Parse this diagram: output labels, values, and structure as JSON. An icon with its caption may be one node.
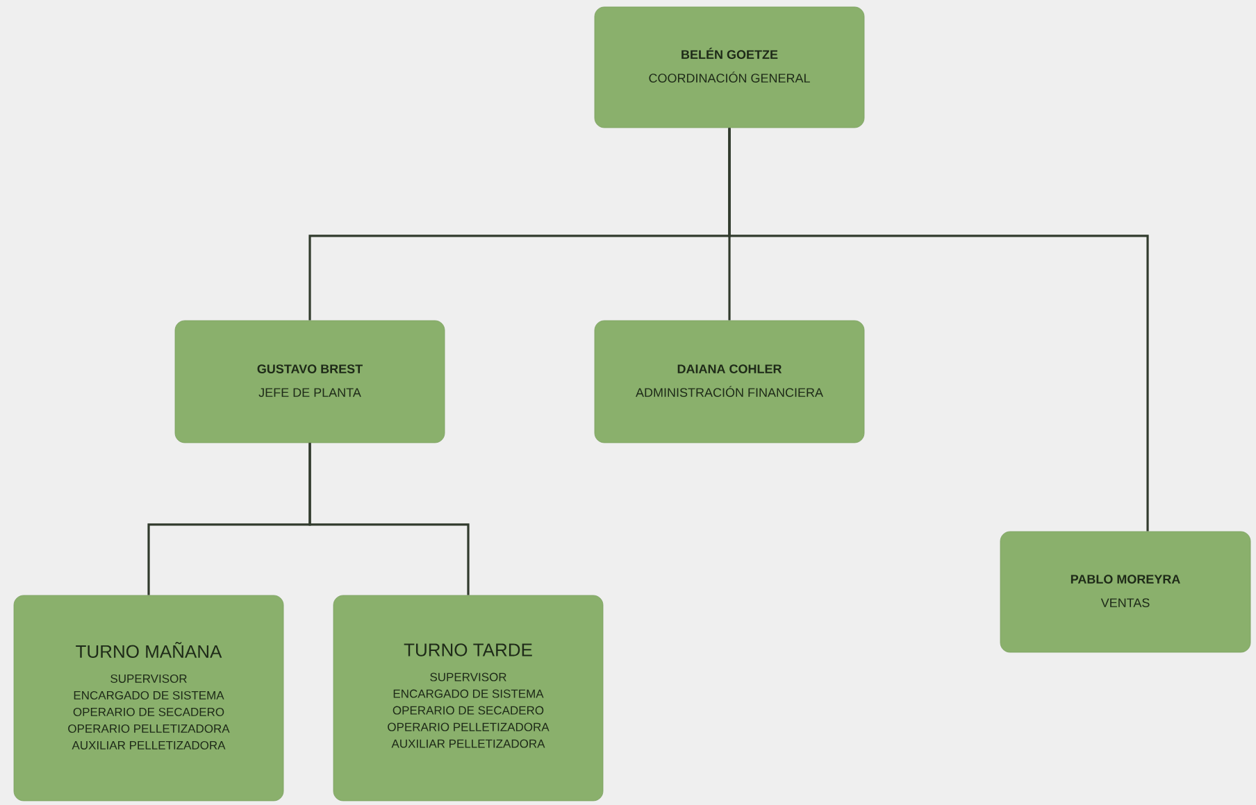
{
  "diagram": {
    "nodes": [
      {
        "text": [
          "BELÉN GOETZE",
          "COORDINACIÓN GENERAL"
        ]
      },
      {
        "text": [
          "GUSTAVO BREST",
          "JEFE DE PLANTA"
        ]
      },
      {
        "text": [
          "DAIANA COHLER",
          "ADMINISTRACIÓN FINANCIERA"
        ]
      },
      {
        "text": [
          "PABLO MOREYRA",
          "VENTAS"
        ]
      },
      {
        "text": [
          "TURNO MAÑANA",
          "SUPERVISOR",
          "ENCARGADO DE SISTEMA",
          "OPERARIO DE SECADERO",
          "OPERARIO PELLETIZADORA",
          "AUXILIAR PELLETIZADORA"
        ]
      },
      {
        "text": [
          "TURNO TARDE",
          "SUPERVISOR",
          "ENCARGADO DE SISTEMA",
          "OPERARIO DE SECADERO",
          "OPERARIO PELLETIZADORA",
          "AUXILIAR PELLETIZADORA"
        ]
      }
    ],
    "edges": [
      {
        "from": 0,
        "to": 1,
        "arrow": "none"
      },
      {
        "from": 0,
        "to": 2,
        "arrow": "none"
      },
      {
        "from": 0,
        "to": 3,
        "arrow": "none"
      },
      {
        "from": 1,
        "to": 4,
        "arrow": "none"
      },
      {
        "from": 1,
        "to": 5,
        "arrow": "none"
      }
    ]
  }
}
